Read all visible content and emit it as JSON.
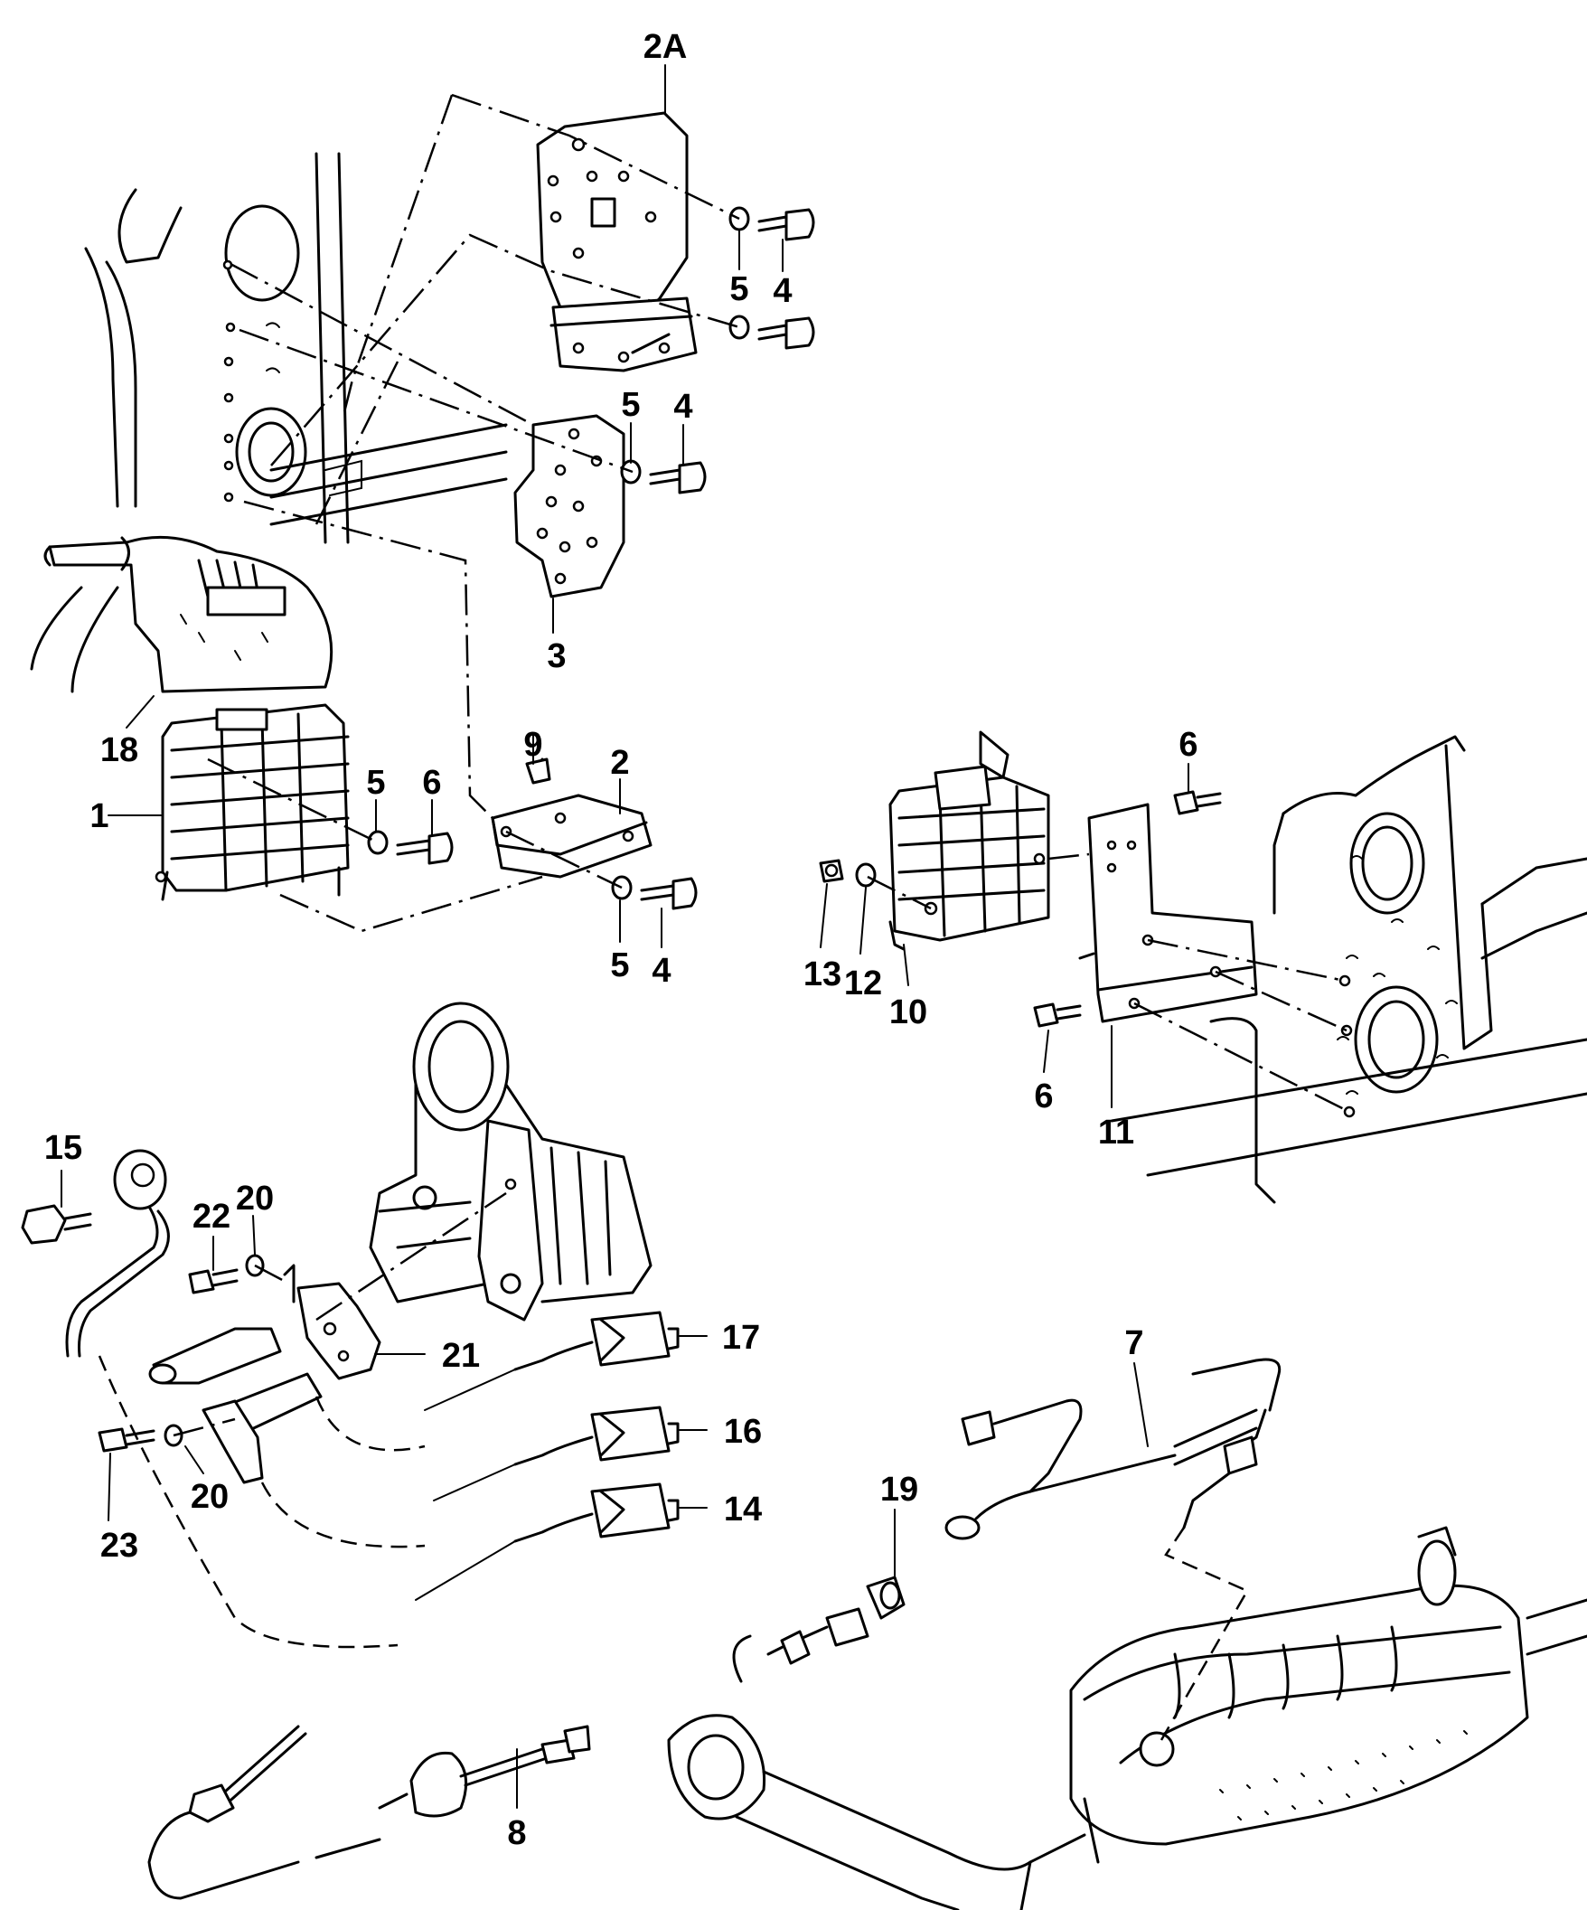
{
  "callouts": [
    {
      "id": "c-2a",
      "text": "2A"
    },
    {
      "id": "c-5-top",
      "text": "5"
    },
    {
      "id": "c-4-top",
      "text": "4"
    },
    {
      "id": "c-5-mid",
      "text": "5"
    },
    {
      "id": "c-4-mid",
      "text": "4"
    },
    {
      "id": "c-3",
      "text": "3"
    },
    {
      "id": "c-18",
      "text": "18"
    },
    {
      "id": "c-9",
      "text": "9"
    },
    {
      "id": "c-2",
      "text": "2"
    },
    {
      "id": "c-5-left",
      "text": "5"
    },
    {
      "id": "c-6-left",
      "text": "6"
    },
    {
      "id": "c-1",
      "text": "1"
    },
    {
      "id": "c-5-low",
      "text": "5"
    },
    {
      "id": "c-4-low",
      "text": "4"
    },
    {
      "id": "c-6-right-top",
      "text": "6"
    },
    {
      "id": "c-13",
      "text": "13"
    },
    {
      "id": "c-12",
      "text": "12"
    },
    {
      "id": "c-10",
      "text": "10"
    },
    {
      "id": "c-6-right-low",
      "text": "6"
    },
    {
      "id": "c-11",
      "text": "11"
    },
    {
      "id": "c-15",
      "text": "15"
    },
    {
      "id": "c-22",
      "text": "22"
    },
    {
      "id": "c-20-top",
      "text": "20"
    },
    {
      "id": "c-21",
      "text": "21"
    },
    {
      "id": "c-17",
      "text": "17"
    },
    {
      "id": "c-16",
      "text": "16"
    },
    {
      "id": "c-14",
      "text": "14"
    },
    {
      "id": "c-20-low",
      "text": "20"
    },
    {
      "id": "c-23",
      "text": "23"
    },
    {
      "id": "c-7",
      "text": "7"
    },
    {
      "id": "c-19",
      "text": "19"
    },
    {
      "id": "c-8",
      "text": "8"
    }
  ]
}
